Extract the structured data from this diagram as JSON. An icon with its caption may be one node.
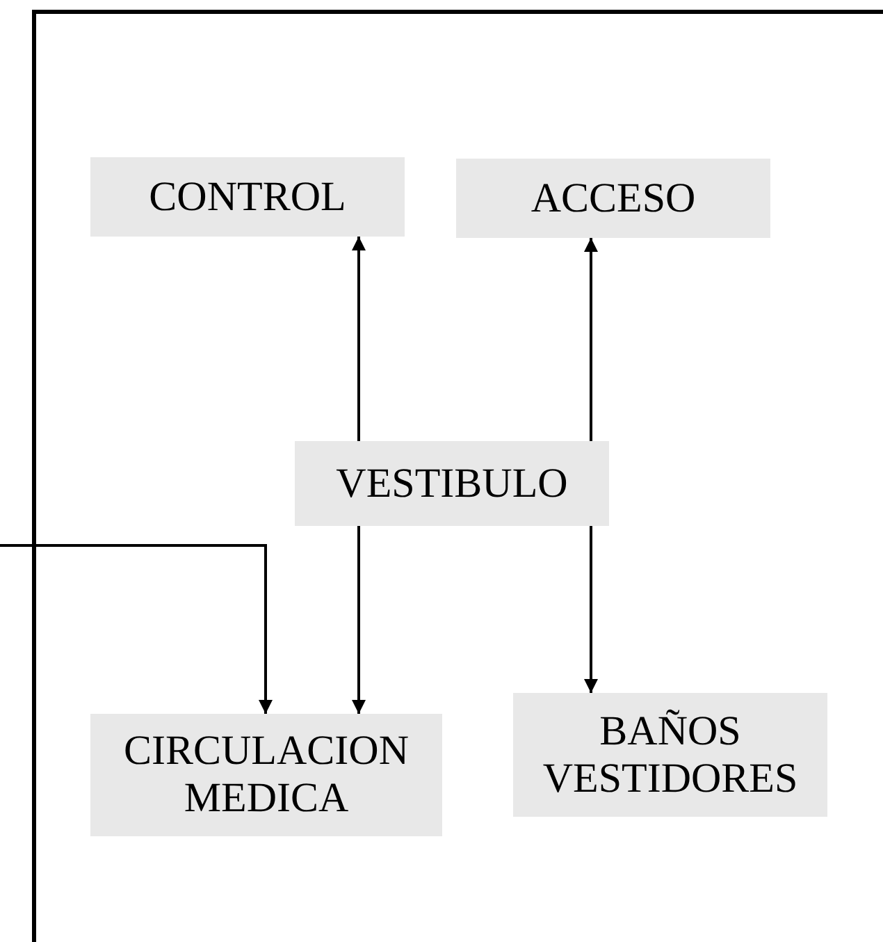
{
  "diagram": {
    "nodes": [
      {
        "text": [],
        "shape": "box"
      },
      {
        "text": [
          "CONTROL"
        ],
        "in": 0
      },
      {
        "text": [
          "ACCESO"
        ],
        "in": 0
      },
      {
        "text": [
          "VESTIBULO"
        ],
        "in": 0
      },
      {
        "text": [
          "CIRCULACION MEDICA"
        ],
        "in": 0
      },
      {
        "text": [
          "BAÑOS VESTIDORES"
        ],
        "in": 0
      }
    ],
    "edges": [
      {
        "from": 3,
        "to": 1,
        "arrow": "to"
      },
      {
        "from": 3,
        "to": 2,
        "arrow": "to"
      },
      {
        "from": 3,
        "to": 4,
        "arrow": "to"
      },
      {
        "from": 3,
        "to": 5,
        "arrow": "to"
      },
      {
        "from": null,
        "to": 4,
        "arrow": "to"
      }
    ]
  }
}
